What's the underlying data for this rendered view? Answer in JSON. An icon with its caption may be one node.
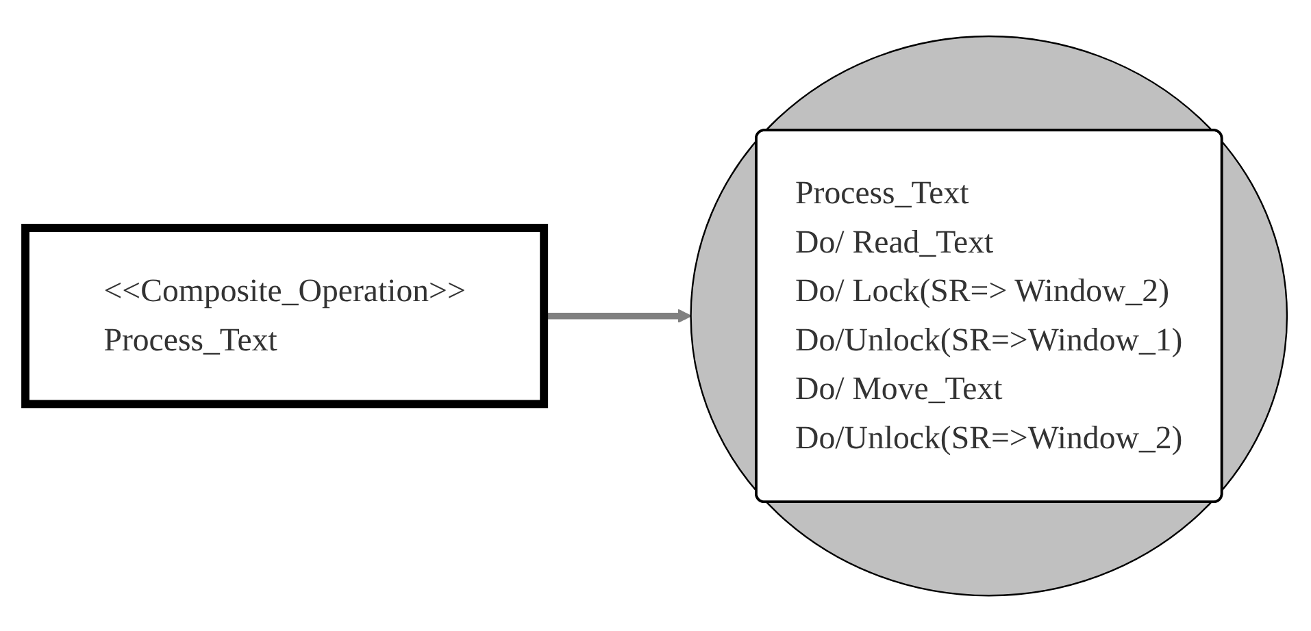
{
  "diagram": {
    "nodes": [
      {
        "text": [
          "<<Composite_Operation>>",
          "Process_Text"
        ]
      },
      {
        "text": [],
        "shape": "circle"
      },
      {
        "text": [
          "Process_Text",
          "Do/ Read_Text",
          "Do/ Lock(SR=> Window_2)",
          "Do/Unlock(SR=>Window_1)",
          "Do/ Move_Text",
          "Do/Unlock(SR=>Window_2)"
        ],
        "in": 1
      }
    ],
    "edges": [
      {
        "from": 0,
        "to": 1,
        "arrow": "to"
      }
    ]
  }
}
